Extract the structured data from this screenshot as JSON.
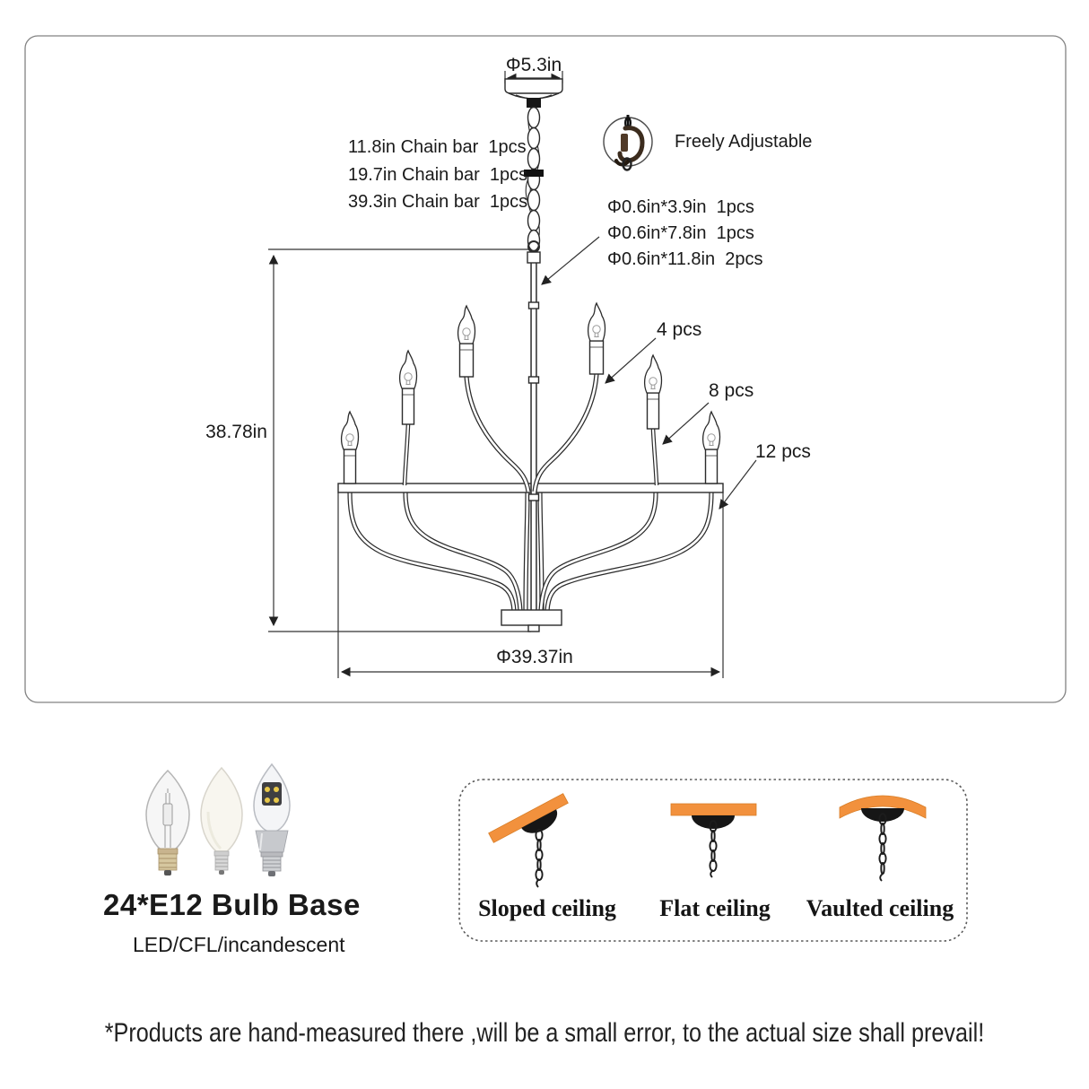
{
  "diagram": {
    "canopy_diameter": "Φ5.3in",
    "chain_specs": [
      "11.8in Chain bar  1pcs",
      "19.7in Chain bar  1pcs",
      "39.3in Chain bar  1pcs"
    ],
    "adjustable_label": "Freely Adjustable",
    "rod_specs": [
      "Φ0.6in*3.9in  1pcs",
      "Φ0.6in*7.8in  1pcs",
      "Φ0.6in*11.8in  2pcs"
    ],
    "counts": {
      "top": "4 pcs",
      "middle": "8 pcs",
      "bottom": "12 pcs"
    },
    "height": "38.78in",
    "diameter": "Φ39.37in"
  },
  "bulbs": {
    "title": "24*E12 Bulb Base",
    "subtitle": "LED/CFL/incandescent"
  },
  "ceiling": {
    "options": [
      "Sloped ceiling",
      "Flat ceiling",
      "Vaulted ceiling"
    ]
  },
  "disclaimer": "*Products are hand-measured there ,will be a small error, to the actual size shall prevail!",
  "colors": {
    "accent_orange": "#F2913D",
    "line_art": "#2B2B2B"
  }
}
